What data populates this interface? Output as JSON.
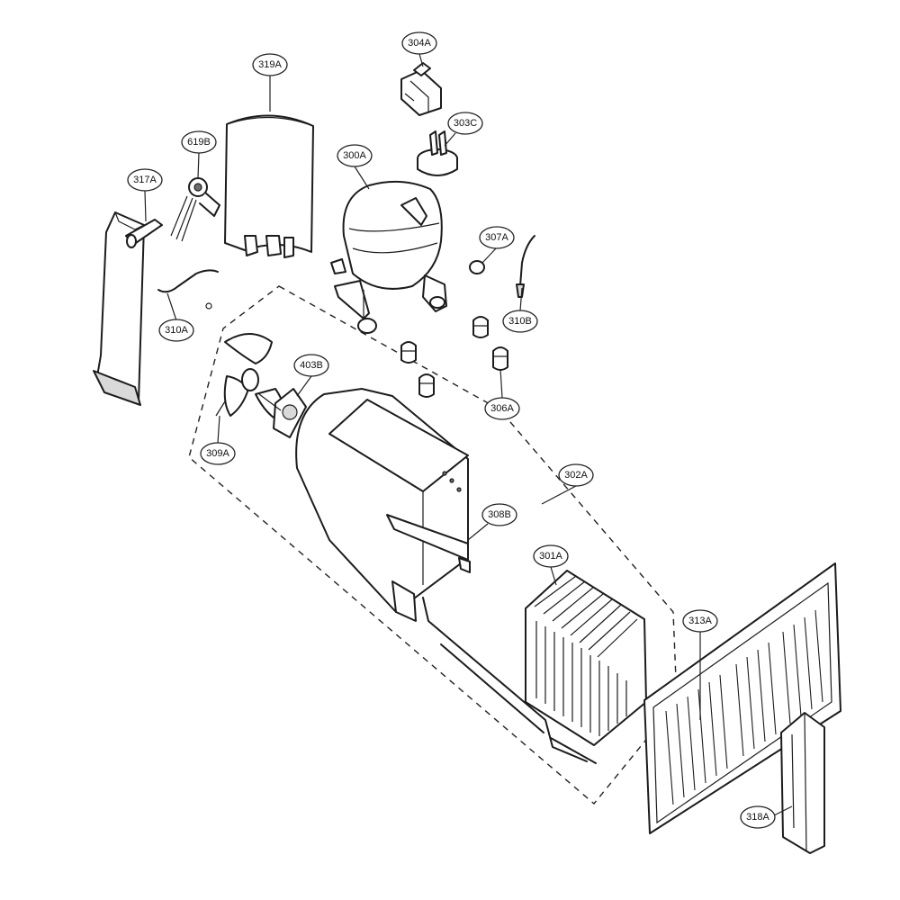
{
  "callouts": [
    {
      "id": "304A",
      "label": "304A"
    },
    {
      "id": "319A",
      "label": "319A"
    },
    {
      "id": "303C",
      "label": "303C"
    },
    {
      "id": "619B",
      "label": "619B"
    },
    {
      "id": "300A",
      "label": "300A"
    },
    {
      "id": "317A",
      "label": "317A"
    },
    {
      "id": "307A",
      "label": "307A"
    },
    {
      "id": "310B",
      "label": "310B"
    },
    {
      "id": "310A",
      "label": "310A"
    },
    {
      "id": "403B",
      "label": "403B"
    },
    {
      "id": "306A",
      "label": "306A"
    },
    {
      "id": "309A",
      "label": "309A"
    },
    {
      "id": "302A",
      "label": "302A"
    },
    {
      "id": "308B",
      "label": "308B"
    },
    {
      "id": "301A",
      "label": "301A"
    },
    {
      "id": "313A",
      "label": "313A"
    },
    {
      "id": "318A",
      "label": "318A"
    }
  ]
}
